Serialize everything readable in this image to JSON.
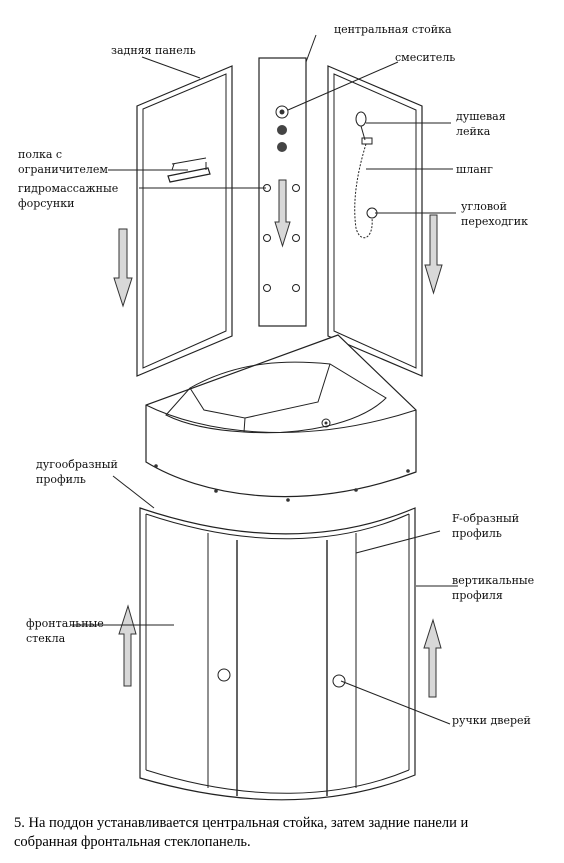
{
  "labels": {
    "central_column": "центральная стойка",
    "back_panel": "задняя панель",
    "mixer": "смеситель",
    "shower_head_line1": "душевая",
    "shower_head_line2": "лейка",
    "shelf_line1": "полка с",
    "shelf_line2": "ограничителем",
    "hose": "шланг",
    "jets_line1": "гидромассажные",
    "jets_line2": "форсунки",
    "adapter_line1": "угловой",
    "adapter_line2": "переходгик",
    "arc_profile_line1": "дугообразный",
    "arc_profile_line2": "профиль",
    "f_profile_line1": "F-образный",
    "f_profile_line2": "профиль",
    "vertical_profiles_line1": "вертикальные",
    "vertical_profiles_line2": "профиля",
    "front_glass_line1": "фронтальные",
    "front_glass_line2": "стекла",
    "door_handles": "ручки  дверей"
  },
  "caption": {
    "line1": "5. На поддон устанавливается центральная стойка, затем задние панели и",
    "line2": "собранная фронтальная стеклопанель."
  },
  "colors": {
    "line": "#222222",
    "arrow_fill": "#d8d8d8",
    "background": "#ffffff"
  }
}
